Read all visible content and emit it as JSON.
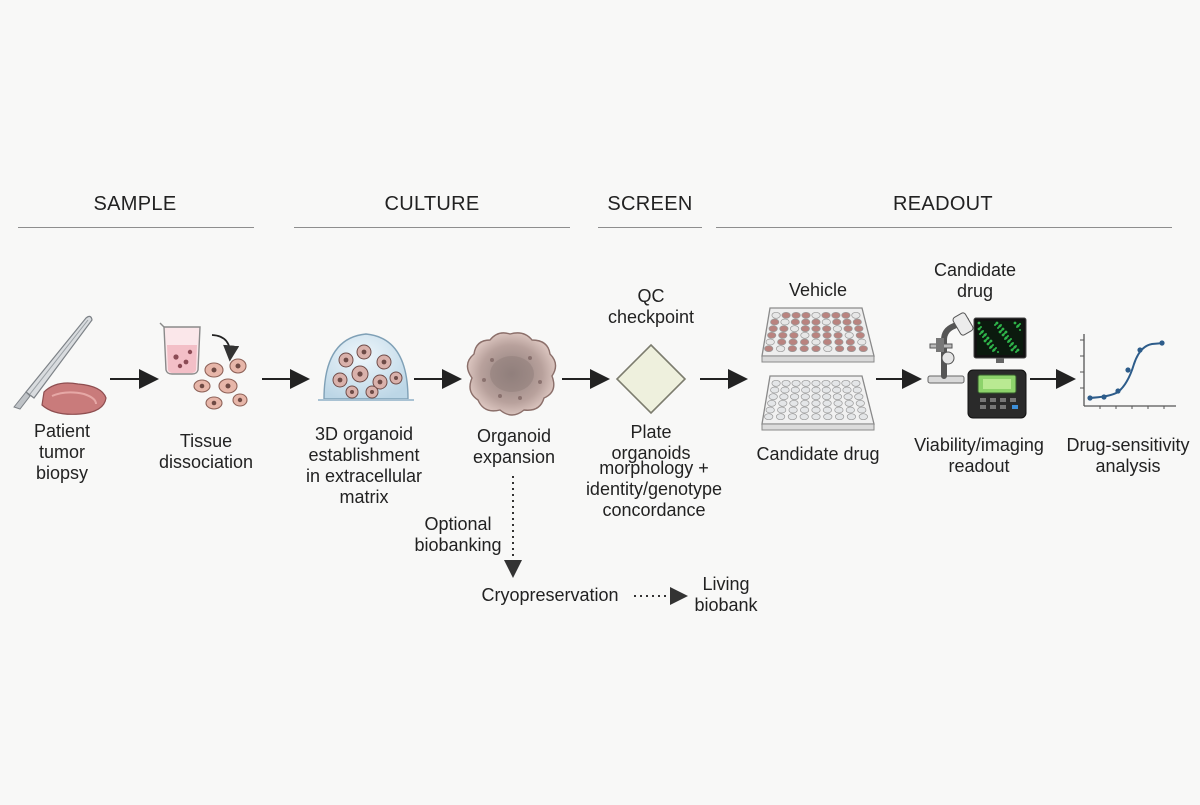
{
  "phases": {
    "sample": "SAMPLE",
    "culture": "CULTURE",
    "screen": "SCREEN",
    "readout": "READOUT"
  },
  "steps": {
    "biopsy": "Patient\ntumor\nbiopsy",
    "dissociation": "Tissue\ndissociation",
    "establishment": "3D organoid\nestablishment\nin extracellular\nmatrix",
    "expansion": "Organoid\nexpansion",
    "qc_title": "QC\ncheckpoint",
    "qc_line1": "Plate\norganoids",
    "qc_line2": "morphology +\nidentity/genotype\nconcordance",
    "vehicle": "Vehicle",
    "candidate_plate": "Candidate drug",
    "candidate_drug": "Candidate\ndrug",
    "viability": "Viability/imaging\nreadout",
    "sensitivity": "Drug-sensitivity\nanalysis"
  },
  "branch": {
    "optional": "Optional\nbiobanking",
    "cryo": "Cryopreservation",
    "living": "Living\nbiobank"
  },
  "colors": {
    "tissue": "#c77e80",
    "organoid": "#b89590",
    "ecm": "#d7e6ef",
    "qc_fill": "#eef0dd",
    "screen_green": "#2fb34a",
    "curve": "#2d5c8a"
  }
}
